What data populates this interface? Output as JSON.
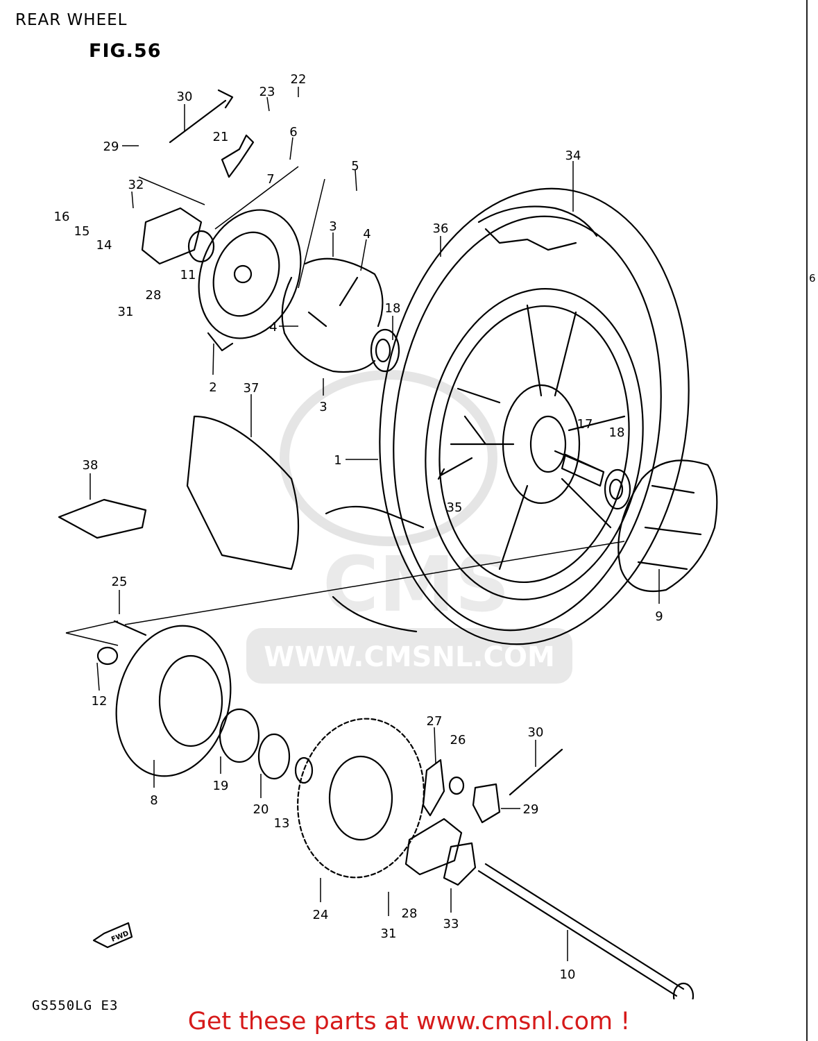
{
  "header": {
    "title": "REAR WHEEL",
    "figure": "FIG.56"
  },
  "footer": {
    "model_code": "GS550LG  E3",
    "promo_text": "Get these parts at www.cmsnl.com !"
  },
  "watermark": {
    "text": "WWW.CMSNL.COM",
    "logo_text": "CMS"
  },
  "fwd_arrow": {
    "label": "FWD"
  },
  "edge_marks": [
    "6"
  ],
  "callouts": [
    {
      "id": "c30a",
      "label": "30"
    },
    {
      "id": "c23",
      "label": "23"
    },
    {
      "id": "c22",
      "label": "22"
    },
    {
      "id": "c6",
      "label": "6"
    },
    {
      "id": "c21",
      "label": "21"
    },
    {
      "id": "c29a",
      "label": "29"
    },
    {
      "id": "c7",
      "label": "7"
    },
    {
      "id": "c5",
      "label": "5"
    },
    {
      "id": "c34",
      "label": "34"
    },
    {
      "id": "c32",
      "label": "32"
    },
    {
      "id": "c16",
      "label": "16"
    },
    {
      "id": "c15",
      "label": "15"
    },
    {
      "id": "c14",
      "label": "14"
    },
    {
      "id": "c11",
      "label": "11"
    },
    {
      "id": "c28a",
      "label": "28"
    },
    {
      "id": "c31a",
      "label": "31"
    },
    {
      "id": "c3a",
      "label": "3"
    },
    {
      "id": "c4a",
      "label": "4"
    },
    {
      "id": "c36",
      "label": "36"
    },
    {
      "id": "c18a",
      "label": "18"
    },
    {
      "id": "c4b",
      "label": "4"
    },
    {
      "id": "c2",
      "label": "2"
    },
    {
      "id": "c3b",
      "label": "3"
    },
    {
      "id": "c37",
      "label": "37"
    },
    {
      "id": "c17",
      "label": "17"
    },
    {
      "id": "c18b",
      "label": "18"
    },
    {
      "id": "c38",
      "label": "38"
    },
    {
      "id": "c1",
      "label": "1"
    },
    {
      "id": "c35",
      "label": "35"
    },
    {
      "id": "c9",
      "label": "9"
    },
    {
      "id": "c25",
      "label": "25"
    },
    {
      "id": "c12",
      "label": "12"
    },
    {
      "id": "c27",
      "label": "27"
    },
    {
      "id": "c26",
      "label": "26"
    },
    {
      "id": "c30b",
      "label": "30"
    },
    {
      "id": "c29b",
      "label": "29"
    },
    {
      "id": "c8",
      "label": "8"
    },
    {
      "id": "c19",
      "label": "19"
    },
    {
      "id": "c20",
      "label": "20"
    },
    {
      "id": "c13",
      "label": "13"
    },
    {
      "id": "c24",
      "label": "24"
    },
    {
      "id": "c28b",
      "label": "28"
    },
    {
      "id": "c31b",
      "label": "31"
    },
    {
      "id": "c33",
      "label": "33"
    },
    {
      "id": "c10",
      "label": "10"
    }
  ]
}
